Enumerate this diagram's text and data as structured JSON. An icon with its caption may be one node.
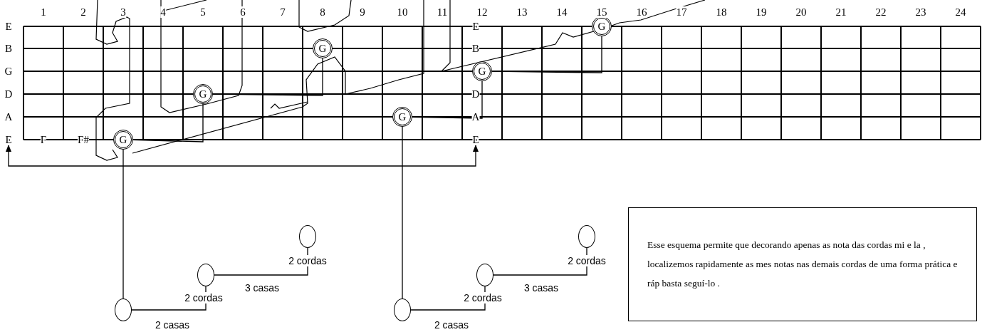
{
  "diagram": {
    "nodes": [
      {
        "text": [
          "G"
        ]
      },
      {
        "text": [
          "G"
        ]
      },
      {
        "text": [
          "G"
        ]
      },
      {
        "text": [
          "G"
        ]
      },
      {
        "text": [
          "G"
        ]
      },
      {
        "text": [
          "G"
        ]
      },
      {
        "text": [
          "E"
        ]
      },
      {
        "text": [
          "E"
        ]
      },
      {
        "text": [],
        "shape": "circle"
      },
      {
        "text": [],
        "shape": "circle"
      },
      {
        "text": [],
        "shape": "circle"
      },
      {
        "text": [],
        "shape": "circle"
      },
      {
        "text": [],
        "shape": "circle"
      },
      {
        "text": [],
        "shape": "circle"
      },
      {
        "text": [
          "Esse esquema permite que decorando apenas as nota das cordas mi e la , localizemos rapidamente as mes notas nas demais cordas de uma forma prática e ráp basta seguí-lo ."
        ]
      }
    ],
    "edges": [
      {
        "from": 0,
        "to": 1,
        "arrow": "none"
      },
      {
        "from": 1,
        "to": 2,
        "arrow": "none"
      },
      {
        "from": 3,
        "to": 4,
        "arrow": "none"
      },
      {
        "from": 4,
        "to": 5,
        "arrow": "none"
      },
      {
        "from": 6,
        "to": 7,
        "arrow": "both"
      },
      {
        "from": 0,
        "to": 8,
        "arrow": "none"
      },
      {
        "from": 3,
        "to": 11,
        "arrow": "none"
      },
      {
        "from": 8,
        "to": 9,
        "arrow": "none"
      },
      {
        "from": 9,
        "to": 10,
        "arrow": "none"
      },
      {
        "from": 11,
        "to": 12,
        "arrow": "none"
      },
      {
        "from": 12,
        "to": 13,
        "arrow": "none"
      }
    ],
    "labels": [
      "1",
      "2",
      "3",
      "4",
      "5",
      "6",
      "7",
      "8",
      "9",
      "10",
      "11",
      "12",
      "13",
      "14",
      "15",
      "16",
      "17",
      "18",
      "19",
      "20",
      "21",
      "22",
      "23",
      "24",
      "E",
      "B",
      "G",
      "D",
      "A",
      "F",
      "F#",
      "E",
      "B",
      "D",
      "A",
      "2 cordas",
      "3 casas",
      "2 cordas",
      "2 casas",
      "2 cordas",
      "3 casas",
      "2 cordas",
      "2 casas"
    ]
  }
}
